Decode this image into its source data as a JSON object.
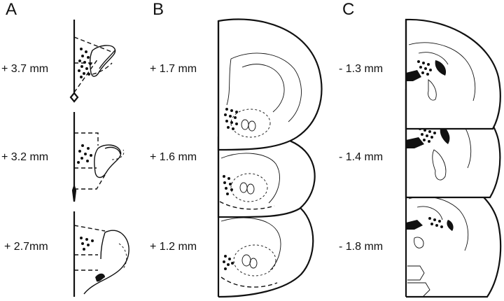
{
  "panels": {
    "a": {
      "letter": "A",
      "levels": [
        "+ 3.7 mm",
        "+ 3.2 mm",
        "+ 2.7mm"
      ]
    },
    "b": {
      "letter": "B",
      "levels": [
        "+ 1.7 mm",
        "+ 1.6 mm",
        "+ 1.2 mm"
      ]
    },
    "c": {
      "letter": "C",
      "levels": [
        "- 1.3 mm",
        "- 1.4 mm",
        "- 1.8 mm"
      ]
    }
  },
  "colors": {
    "ink": "#111111",
    "background": "#ffffff"
  }
}
